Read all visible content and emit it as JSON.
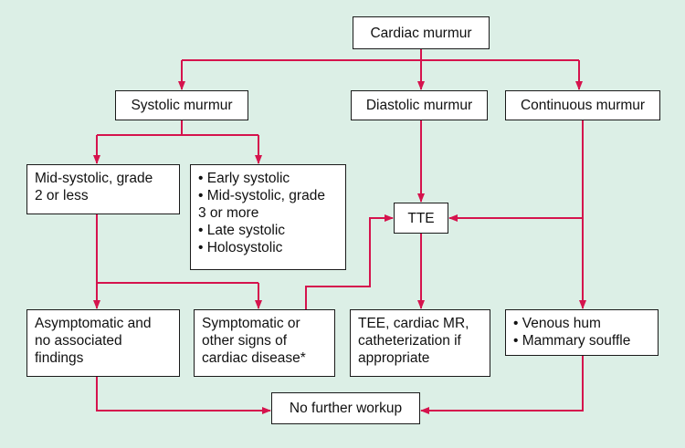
{
  "nodes": {
    "cardiac_murmur": "Cardiac murmur",
    "systolic_murmur": "Systolic murmur",
    "diastolic_murmur": "Diastolic murmur",
    "continuous_murmur": "Continuous murmur",
    "mid_systolic_low": [
      "Mid-systolic, grade",
      "2 or less"
    ],
    "systolic_types": [
      "Early systolic",
      "Mid-systolic, grade",
      "3 or more",
      "Late systolic",
      "Holosystolic"
    ],
    "tte": "TTE",
    "asymptomatic": [
      "Asymptomatic and",
      "no associated",
      "findings"
    ],
    "symptomatic": [
      "Symptomatic or",
      "other signs of",
      "cardiac disease*"
    ],
    "tee": [
      "TEE, cardiac MR,",
      "catheterization if",
      "appropriate"
    ],
    "venous": [
      "Venous hum",
      "Mammary souffle"
    ],
    "no_further_workup": "No further workup"
  },
  "colors": {
    "arrow": "#d5134d",
    "box_border": "#1a1a1a",
    "background": "#dcefe6",
    "box_fill": "#ffffff"
  }
}
